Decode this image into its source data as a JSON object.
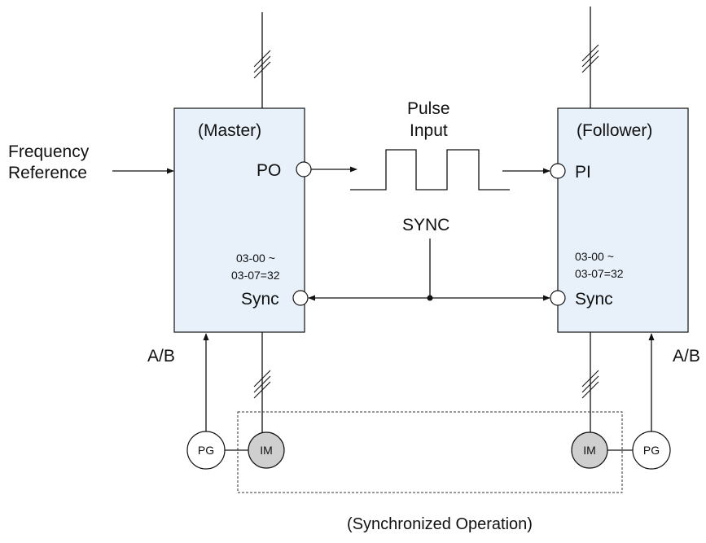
{
  "master": {
    "title": "(Master)",
    "po_label": "PO",
    "param_line1": "03-00 ~",
    "param_line2": "03-07=32",
    "sync_label": "Sync"
  },
  "follower": {
    "title": "(Follower)",
    "pi_label": "PI",
    "param_line1": "03-00 ~",
    "param_line2": "03-07=32",
    "sync_label": "Sync"
  },
  "frequency_reference": {
    "line1": "Frequency",
    "line2": "Reference"
  },
  "pulse_input": {
    "line1": "Pulse",
    "line2": "Input"
  },
  "sync_signal_label": "SYNC",
  "encoder_label_left": "A/B",
  "encoder_label_right": "A/B",
  "master_motor_label": "IM",
  "master_encoder_label": "PG",
  "follower_motor_label": "IM",
  "follower_encoder_label": "PG",
  "caption": "(Synchronized Operation)",
  "colors": {
    "drive_box_fill": "#e8f0fa",
    "motor_fill": "#cfcfcf",
    "line": "#111111"
  }
}
